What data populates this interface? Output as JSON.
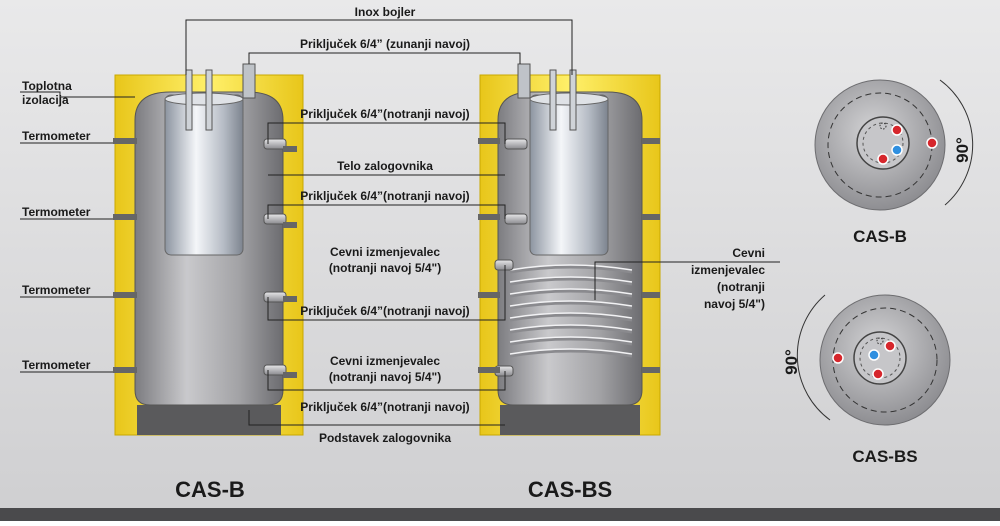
{
  "colors": {
    "background": "#dcdcdc",
    "insulation": "#f2dd2a",
    "tank_body": "#a9a9ab",
    "base": "#555555",
    "connector_red": "#d6262c",
    "connector_blue": "#2f8fe0"
  },
  "labels": {
    "inox_bojler": "Inox bojler",
    "prikljucek_zunanji": "Priključek 6/4” (zunanji navoj)",
    "toplotna": "Toplotna",
    "izolacija": "izolacija",
    "termometer": "Termometer",
    "prikljucek_notranji": "Priključek 6/4”(notranji navoj)",
    "telo": "Telo zalogovnika",
    "cevni_izm": "Cevni",
    "izm_line": "izmenjevalec",
    "notranji_54": "(notranji navoj 5/4\")",
    "prikljucek_notranji_sp": "Priključek 6/4”(notranji navoj)",
    "cevni_izm_full": "Cevni izmenjevalec",
    "podstavek": "Podstavek zalogovnika",
    "right_cevni": "Cevni",
    "right_izm": "izmenjevalec",
    "right_notranji": "(notranji",
    "right_navoj": "navoj 5/4\")"
  },
  "models": {
    "left": "CAS-B",
    "right": "CAS-BS",
    "top_view_1": "CAS-B",
    "top_view_2": "CAS-BS"
  },
  "angle_label": "90°"
}
